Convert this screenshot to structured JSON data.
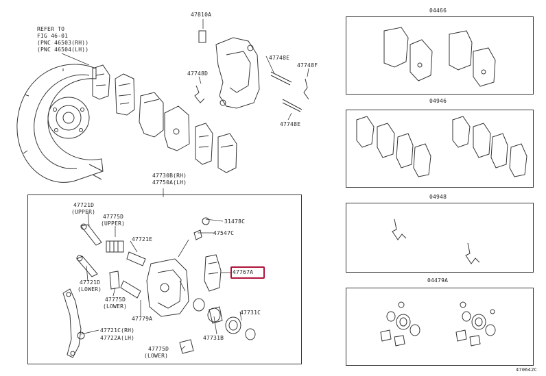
{
  "refer": {
    "line1": "REFER TO",
    "line2": "FIG 46-01",
    "line3": "(PNC 46503(RH))",
    "line4": "(PNC 46504(LH))"
  },
  "labels": {
    "p47810A": "47810A",
    "p47748E_top": "47748E",
    "p47748D": "47748D",
    "p47748F": "47748F",
    "p47748E_bot": "47748E",
    "p47730B": "47730B(RH)",
    "p47750A": "47750A(LH)",
    "p47721D_upper": "47721D",
    "upper1": "(UPPER)",
    "p47775D_upper": "47775D",
    "upper2": "(UPPER)",
    "p31478C": "31478C",
    "p47721E": "47721E",
    "p47547C": "47547C",
    "p47767A": "47767A",
    "p47721D_lower": "47721D",
    "lower1": "(LOWER)",
    "p47775D_lower": "47775D",
    "lower2": "(LOWER)",
    "p47779A": "47779A",
    "p47731C": "47731C",
    "p47721C": "47721C(RH)",
    "p47722A": "47722A(LH)",
    "p47731B": "47731B",
    "p47775D_bot": "47775D",
    "lower3": "(LOWER)"
  },
  "kits": {
    "k1": "04466",
    "k2": "04946",
    "k3": "04948",
    "k4": "04479A"
  },
  "figure_code": "470642C",
  "highlight_color": "#b0103a"
}
